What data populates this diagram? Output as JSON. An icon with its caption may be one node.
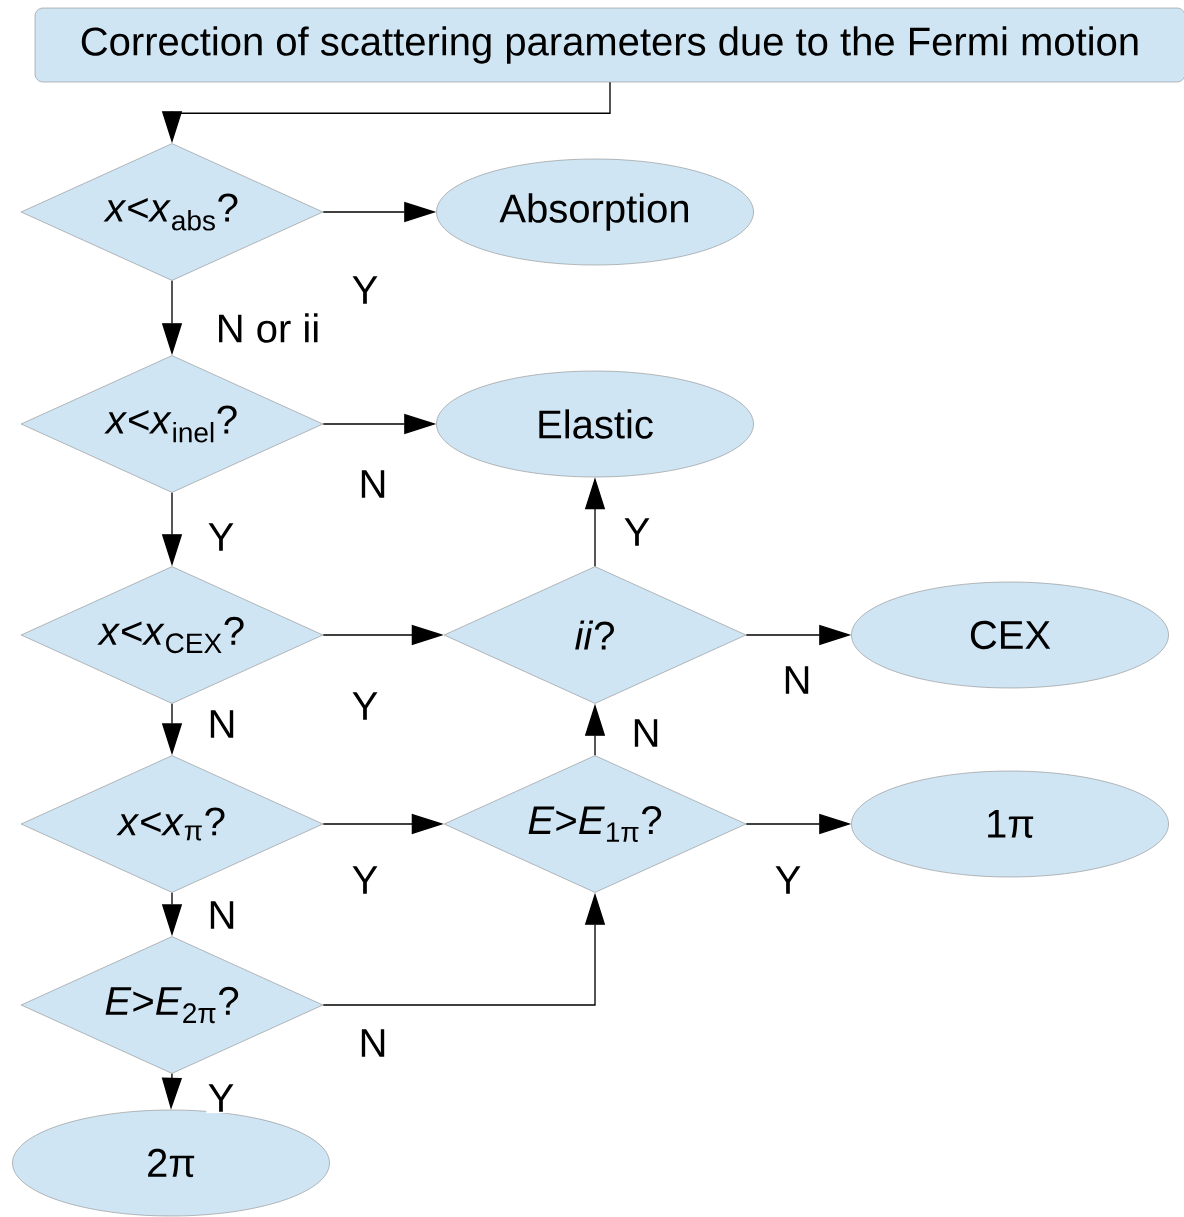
{
  "diagram": {
    "nodes": [
      {
        "text": [
          "Correction of scattering parameters due to the Fermi motion"
        ]
      },
      {
        "text": [
          "*x*<*x*$_{abs}$?"
        ]
      },
      {
        "text": [
          "Absorption"
        ]
      },
      {
        "text": [
          "*x*<*x*$_{inel}$?"
        ]
      },
      {
        "text": [
          "Elastic"
        ]
      },
      {
        "text": [
          "*x*<*x*$_{CEX}$?"
        ]
      },
      {
        "text": [
          "*ii*?"
        ]
      },
      {
        "text": [
          "CEX"
        ]
      },
      {
        "text": [
          "*x*<*x*$_{π}$?"
        ]
      },
      {
        "text": [
          "*E*>*E*$_{1π}$?"
        ]
      },
      {
        "text": [
          "1π"
        ]
      },
      {
        "text": [
          "*E*>*E*$_{2π}$?"
        ]
      },
      {
        "text": [
          "2π"
        ]
      }
    ],
    "edges": [
      {
        "from": 0,
        "to": 1,
        "arrow": "to"
      },
      {
        "from": 1,
        "to": 2,
        "arrow": "to",
        "label": "Y"
      },
      {
        "from": 1,
        "to": 3,
        "arrow": "to",
        "label": "N or ii"
      },
      {
        "from": 3,
        "to": 4,
        "arrow": "to",
        "label": "N"
      },
      {
        "from": 3,
        "to": 5,
        "arrow": "to",
        "label": "Y"
      },
      {
        "from": 5,
        "to": 6,
        "arrow": "to",
        "label": "Y"
      },
      {
        "from": 5,
        "to": 8,
        "arrow": "to",
        "label": "N"
      },
      {
        "from": 6,
        "to": 4,
        "arrow": "to",
        "label": "Y"
      },
      {
        "from": 6,
        "to": 7,
        "arrow": "to",
        "label": "N"
      },
      {
        "from": 8,
        "to": 9,
        "arrow": "to",
        "label": "Y"
      },
      {
        "from": 8,
        "to": 11,
        "arrow": "to",
        "label": "N"
      },
      {
        "from": 9,
        "to": 6,
        "arrow": "to",
        "label": "N"
      },
      {
        "from": 9,
        "to": 10,
        "arrow": "to",
        "label": "Y"
      },
      {
        "from": 11,
        "to": 9,
        "arrow": "to",
        "label": "N"
      },
      {
        "from": 11,
        "to": 12,
        "arrow": "to",
        "label": "Y"
      }
    ]
  }
}
